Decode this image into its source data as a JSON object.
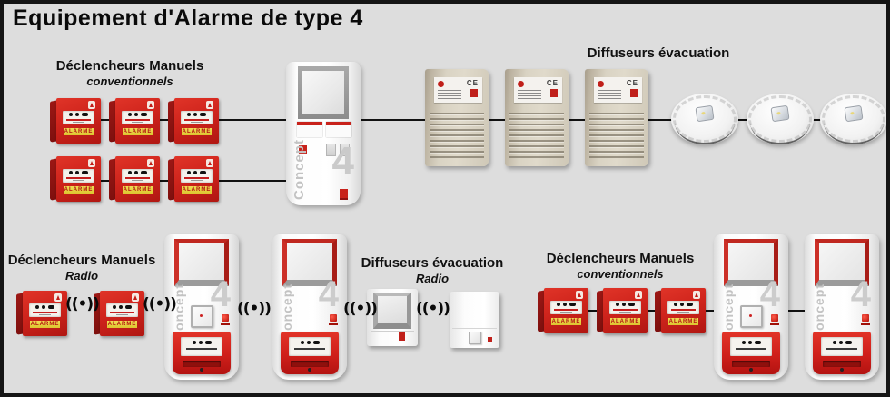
{
  "title": "Equipement d'Alarme de type 4",
  "sections": {
    "dm_conventionnels_top": {
      "line1": "Déclencheurs Manuels",
      "line2": "conventionnels"
    },
    "diffuseurs_evacuation_top": {
      "line1": "Diffuseurs évacuation"
    },
    "dm_radio": {
      "line1": "Déclencheurs Manuels",
      "line2": "Radio"
    },
    "diffuseurs_evacuation_radio": {
      "line1": "Diffuseurs évacuation",
      "line2": "Radio"
    },
    "dm_conventionnels_bottom": {
      "line1": "Déclencheurs Manuels",
      "line2": "conventionnels"
    }
  },
  "panel": {
    "brand": "Concept",
    "model": "4"
  },
  "call_point": {
    "strip_text": "ALARME"
  },
  "sounder": {
    "ce_mark": "CE"
  },
  "radio_symbol": "((•))",
  "colors": {
    "background": "#dddddd",
    "border": "#151515",
    "device_red": "#c41e1e",
    "dark_red": "#8e1111",
    "strip_yellow": "#e6ce3e",
    "sounder_beige": "#d7d0bf",
    "wire_black": "#111111"
  }
}
